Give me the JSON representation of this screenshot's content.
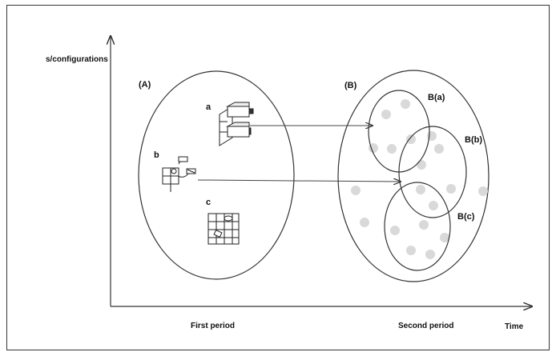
{
  "labels": {
    "y_axis": "s/configurations",
    "x_axis": "Time",
    "first_period": "First period",
    "second_period": "Second period",
    "set_a": "(A)",
    "set_b": "(B)",
    "item_a": "a",
    "item_b": "b",
    "item_c": "c",
    "sub_ba": "B(a)",
    "sub_bb": "B(b)",
    "sub_bc": "B(c)"
  },
  "colors": {
    "line": "#333333",
    "dot": "#d9d9d9",
    "frame": "#333333"
  },
  "icons": [
    "modular-shelf-icon",
    "connector-node-icon",
    "grid-layout-icon"
  ]
}
